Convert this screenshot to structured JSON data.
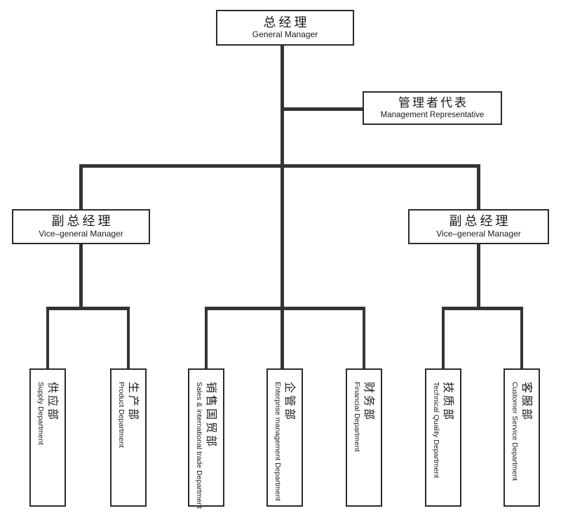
{
  "chart_type": "organizational-chart",
  "nodes": {
    "general_manager": {
      "zh": "总经理",
      "en": "General Manager"
    },
    "management_representative": {
      "zh": "管理者代表",
      "en": "Management Representative"
    },
    "vice_general_manager_left": {
      "zh": "副总经理",
      "en": "Vice–general Manager"
    },
    "vice_general_manager_right": {
      "zh": "副总经理",
      "en": "Vice–general Manager"
    },
    "departments": [
      {
        "zh": "供应部",
        "en": "Supply Department"
      },
      {
        "zh": "生产部",
        "en": "Product Department"
      },
      {
        "zh": "销售国贸部",
        "en": "Sales & international trade Department"
      },
      {
        "zh": "企管部",
        "en": "Enterprise management Department"
      },
      {
        "zh": "财务部",
        "en": "Financial Department"
      },
      {
        "zh": "技质部",
        "en": "Technical Quality Department"
      },
      {
        "zh": "客服部",
        "en": "Customer Service Department"
      }
    ]
  },
  "hierarchy": {
    "root": "general_manager",
    "staff_of_root": "management_representative",
    "left_branch": {
      "head": "vice_general_manager_left",
      "children": [
        "供应部",
        "生产部"
      ]
    },
    "center_branch": {
      "head": "general_manager",
      "children": [
        "销售国贸部",
        "企管部",
        "财务部"
      ]
    },
    "right_branch": {
      "head": "vice_general_manager_right",
      "children": [
        "技质部",
        "客服部"
      ]
    }
  },
  "colors": {
    "line": "#343434",
    "box_border": "#2b2b2b",
    "box_background": "#ffffff",
    "text": "#1a1a1a",
    "page_background": "#ffffff"
  }
}
